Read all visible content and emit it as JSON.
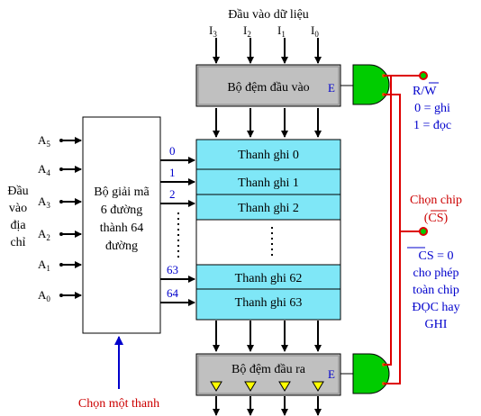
{
  "data_input": {
    "title": "Đầu vào dữ liệu",
    "lines": [
      {
        "name": "I",
        "sub": "3"
      },
      {
        "name": "I",
        "sub": "2"
      },
      {
        "name": "I",
        "sub": "1"
      },
      {
        "name": "I",
        "sub": "0"
      }
    ]
  },
  "input_buffer": {
    "label": "Bộ đệm đầu vào",
    "enable": "E"
  },
  "output_buffer": {
    "label": "Bộ đệm đầu ra",
    "enable": "E"
  },
  "address_input": {
    "label_lines": [
      "Đầu",
      "vào",
      "địa",
      "chỉ"
    ],
    "lines": [
      {
        "name": "A",
        "sub": "5"
      },
      {
        "name": "A",
        "sub": "4"
      },
      {
        "name": "A",
        "sub": "3"
      },
      {
        "name": "A",
        "sub": "2"
      },
      {
        "name": "A",
        "sub": "1"
      },
      {
        "name": "A",
        "sub": "0"
      }
    ]
  },
  "decoder": {
    "label_lines": [
      "Bộ giải mã",
      "6 đường",
      "thành 64",
      "đường"
    ]
  },
  "decoder_outputs": [
    "0",
    "1",
    "2",
    "63",
    "64"
  ],
  "registers": [
    "Thanh ghi 0",
    "Thanh ghi 1",
    "Thanh ghi 2",
    "Thanh ghi 62",
    "Thanh ghi 63"
  ],
  "rw": {
    "label": "R/W",
    "lines": [
      "0 = ghi",
      "1 = đọc"
    ]
  },
  "chip_select": {
    "title_lines": [
      "Chọn chip",
      "(CS)"
    ],
    "note_lines": [
      "CS = 0",
      "cho phép",
      "toàn chip",
      "ĐỌC hay",
      "GHI"
    ]
  },
  "select_row": "Chọn một thanh",
  "colors": {
    "buffer_fill": "#c0c0c0",
    "register_fill": "#7fe7f7",
    "gate_fill": "#00cc00",
    "wire_red": "#dd0000",
    "label_blue": "#0000cc",
    "triangle_fill": "#ffff00"
  }
}
